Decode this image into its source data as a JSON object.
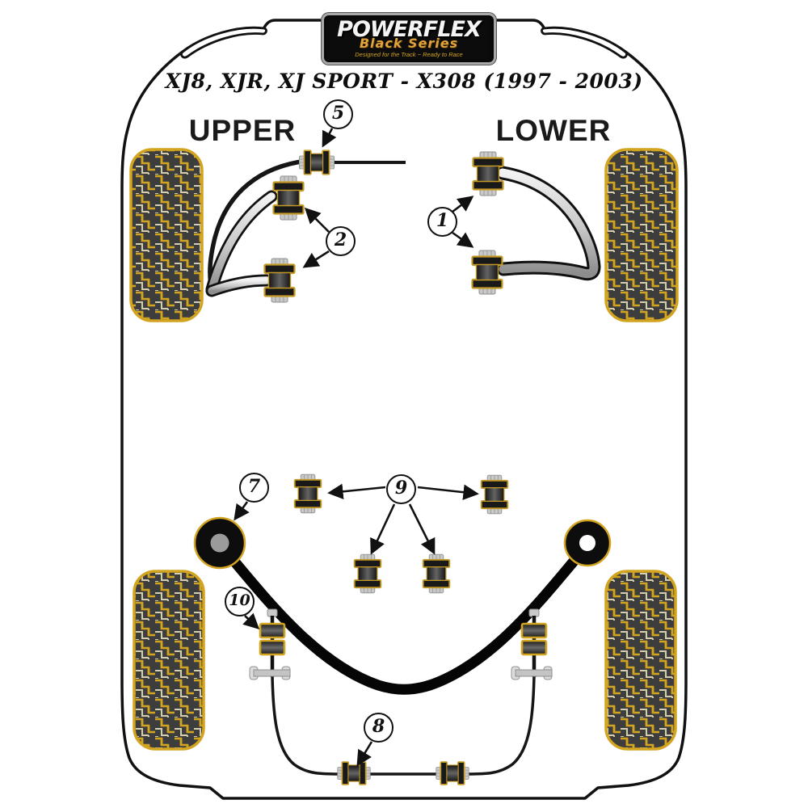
{
  "logo": {
    "brand": "POWERFLEX",
    "series": "Black Series",
    "tagline": "Designed for the Track ~ Ready to Race"
  },
  "title": "XJ8, XJR, XJ SPORT - X308 (1997 - 2003)",
  "sections": {
    "front_label": "UPPER",
    "rear_label": "LOWER"
  },
  "callouts": [
    {
      "number": "5"
    },
    {
      "number": "2"
    },
    {
      "number": "1"
    },
    {
      "number": "7"
    },
    {
      "number": "9"
    },
    {
      "number": "10"
    },
    {
      "number": "8"
    }
  ],
  "colors": {
    "accent_yellow": "#D2A41F",
    "tire_fill": "#3D3D3D",
    "outline_black": "#111111",
    "arm_gray": "#C9C9C9",
    "logo_gold": "#E2A23B"
  }
}
